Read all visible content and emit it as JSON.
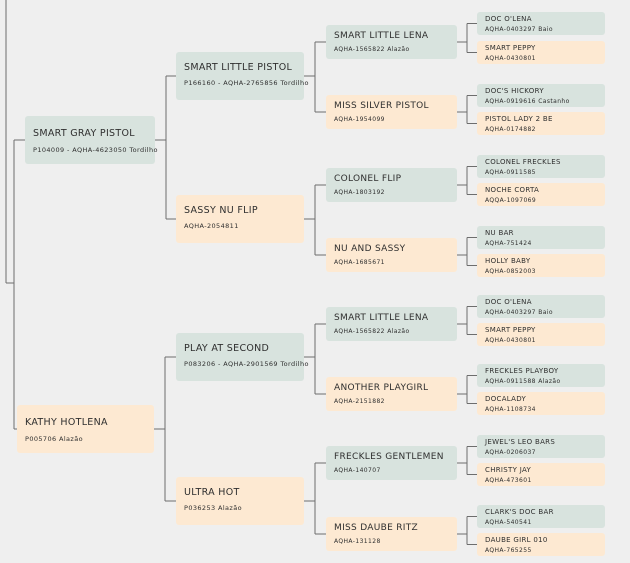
{
  "pedigree": [
    {
      "name": "SMART GRAY PISTOL",
      "reg": "P104009 - AQHA-4623050 Tordilho"
    },
    {
      "name": "KATHY HOTLENA",
      "reg": "P005706 Alazão"
    },
    {
      "name": "SMART LITTLE PISTOL",
      "reg": "P166160 - AQHA-2765856 Tordilho"
    },
    {
      "name": "SASSY NU FLIP",
      "reg": "AQHA-2054811"
    },
    {
      "name": "PLAY AT SECOND",
      "reg": "P083206 - AQHA-2901569 Tordilho"
    },
    {
      "name": "ULTRA HOT",
      "reg": "P036253 Alazão"
    },
    {
      "name": "SMART LITTLE LENA",
      "reg": "AQHA-1565822 Alazão"
    },
    {
      "name": "MISS SILVER PISTOL",
      "reg": "AQHA-1954099"
    },
    {
      "name": "COLONEL FLIP",
      "reg": "AQHA-1803192"
    },
    {
      "name": "NU AND SASSY",
      "reg": "AQHA-1685671"
    },
    {
      "name": "SMART LITTLE LENA",
      "reg": "AQHA-1565822 Alazão"
    },
    {
      "name": "ANOTHER PLAYGIRL",
      "reg": "AQHA-2151882"
    },
    {
      "name": "FRECKLES GENTLEMEN",
      "reg": "AQHA-140707"
    },
    {
      "name": "MISS DAUBE RITZ",
      "reg": "AQHA-131128"
    },
    {
      "name": "DOC O'LENA",
      "reg": "AQHA-0403297 Baio"
    },
    {
      "name": "SMART PEPPY",
      "reg": "AQHA-0430801"
    },
    {
      "name": "DOC'S HICKORY",
      "reg": "AQHA-0919616 Castanho"
    },
    {
      "name": "PISTOL LADY 2 BE",
      "reg": "AQHA-0174882"
    },
    {
      "name": "COLONEL FRECKLES",
      "reg": "AQHA-0911585"
    },
    {
      "name": "NOCHE CORTA",
      "reg": "AQQA-1097069"
    },
    {
      "name": "NU BAR",
      "reg": "AQHA-751424"
    },
    {
      "name": "HOLLY BABY",
      "reg": "AQHA-0852003"
    },
    {
      "name": "DOC O'LENA",
      "reg": "AQHA-0403297 Baio"
    },
    {
      "name": "SMART PEPPY",
      "reg": "AQHA-0430801"
    },
    {
      "name": "FRECKLES PLAYBOY",
      "reg": "AQHA-0911588 Alazão"
    },
    {
      "name": "DOCALADY",
      "reg": "AQHA-1108734"
    },
    {
      "name": "JEWEL'S LEO BARS",
      "reg": "AQHA-0206037"
    },
    {
      "name": "CHRISTY JAY",
      "reg": "AQHA-473601"
    },
    {
      "name": "CLARK'S DOC BAR",
      "reg": "AQHA-540541"
    },
    {
      "name": "DAUBE GIRL 010",
      "reg": "AQHA-765255"
    }
  ],
  "colors": {
    "sire_box": "#d8e3de",
    "dam_box": "#fde9d2",
    "line": "#6d6d6d",
    "background": "#efefef"
  }
}
